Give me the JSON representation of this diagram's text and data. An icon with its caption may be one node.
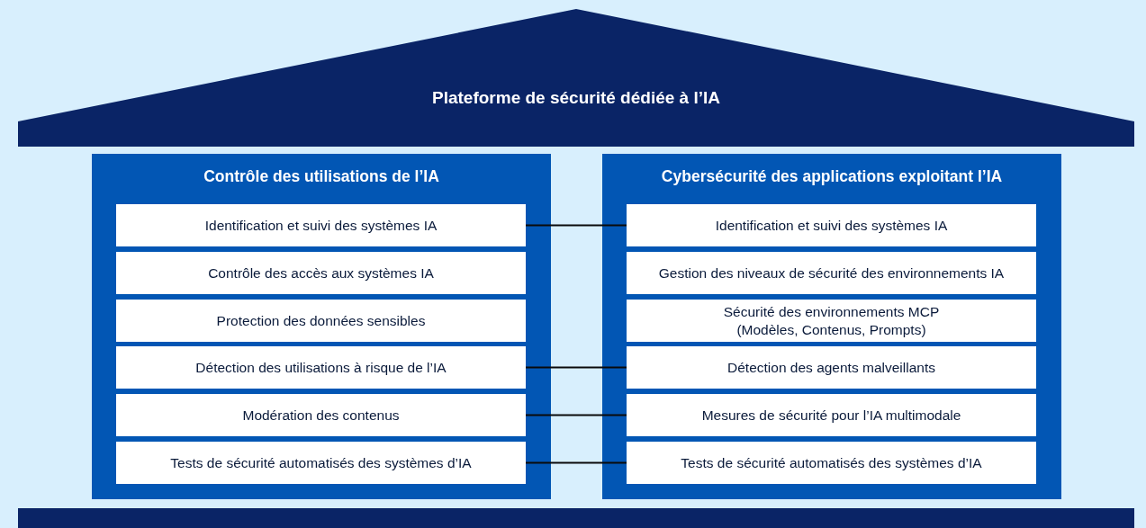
{
  "diagram": {
    "nodes": [
      {
        "text": [
          "Plateforme de sécurité dédiée à l’IA"
        ]
      },
      {
        "text": [
          "Contrôle des utilisations de l’IA"
        ]
      },
      {
        "text": [
          "Identification et suivi des systèmes IA"
        ],
        "in": 1
      },
      {
        "text": [
          "Contrôle des accès aux systèmes IA"
        ],
        "in": 1
      },
      {
        "text": [
          "Protection des données sensibles"
        ],
        "in": 1
      },
      {
        "text": [
          "Détection des utilisations à risque de l’IA"
        ],
        "in": 1
      },
      {
        "text": [
          "Modération des contenus"
        ],
        "in": 1
      },
      {
        "text": [
          "Tests de sécurité automatisés des systèmes d’IA"
        ],
        "in": 1
      },
      {
        "text": [
          "Cybersécurité des applications exploitant l’IA"
        ]
      },
      {
        "text": [
          "Identification et suivi des systèmes IA"
        ],
        "in": 8
      },
      {
        "text": [
          "Gestion des niveaux de sécurité des environnements IA"
        ],
        "in": 8
      },
      {
        "text": [
          "Sécurité des environnements MCP (Modèles, Contenus, Prompts)"
        ],
        "in": 8
      },
      {
        "text": [
          "Détection des agents malveillants"
        ],
        "in": 8
      },
      {
        "text": [
          "Mesures de sécurité pour l’IA multimodale"
        ],
        "in": 8
      },
      {
        "text": [
          "Tests de sécurité automatisés des systèmes d’IA"
        ],
        "in": 8
      },
      {
        "text": [],
        "shape": "bar"
      }
    ],
    "edges": [
      {
        "from": 2,
        "to": 9,
        "arrow": "none"
      },
      {
        "from": 5,
        "to": 12,
        "arrow": "none"
      },
      {
        "from": 6,
        "to": 13,
        "arrow": "none"
      },
      {
        "from": 7,
        "to": 14,
        "arrow": "none"
      }
    ]
  }
}
